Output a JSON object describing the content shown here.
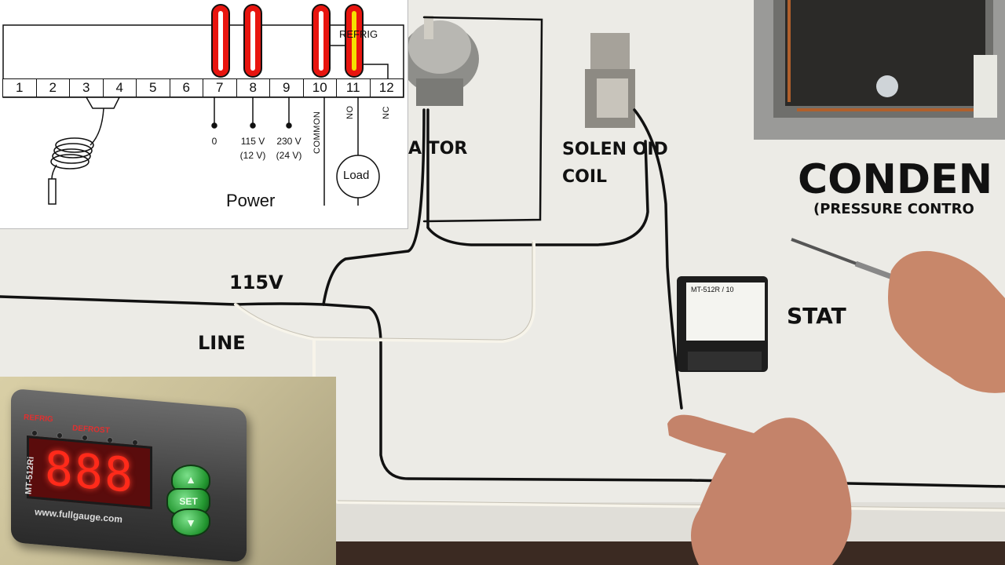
{
  "board": {
    "labels": {
      "line_voltage": "115V",
      "line": "LINE",
      "motor_partial": "A TOR",
      "solenoid": "SOLEN OID",
      "coil": "COIL",
      "condenser": "CONDEN",
      "pressure_control": "(PRESSURE CONTRO",
      "stat": "STAT"
    },
    "device_label": "MT-512R / 10"
  },
  "inset_diagram": {
    "terminals": [
      "1",
      "2",
      "3",
      "4",
      "5",
      "6",
      "7",
      "8",
      "9",
      "10",
      "11",
      "12"
    ],
    "refrig_label": "REFRIG",
    "power_label": "Power",
    "voltage_labels": {
      "zero": "0",
      "v115": "115 V",
      "v115_alt": "(12 V)",
      "v230": "230 V",
      "v230_alt": "(24 V)"
    },
    "contact_labels": {
      "common": "COMMON",
      "no": "NO",
      "nc": "NC"
    },
    "load_label": "Load",
    "highlight_color": "#e8150f"
  },
  "photo_inset": {
    "led_labels": {
      "refrig": "REFRIG",
      "defrost": "DEFROST"
    },
    "display_value": "888",
    "model": "MT-512Ri",
    "website": "www.fullgauge.com",
    "buttons": {
      "up": "▲",
      "set": "SET",
      "down": "▼"
    },
    "button_color": "#2da33a"
  }
}
